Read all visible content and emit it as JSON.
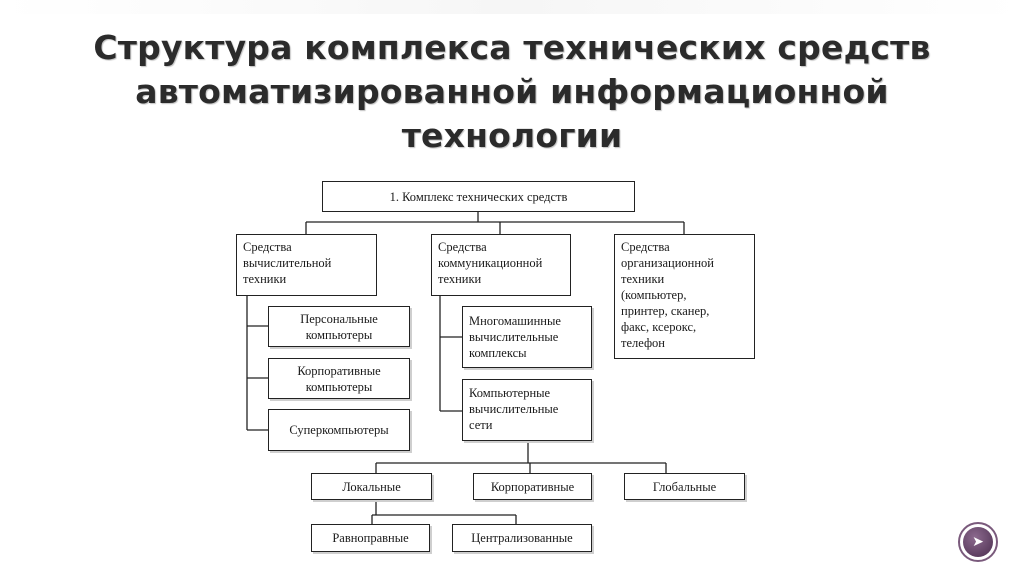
{
  "title": {
    "line1": "Структура комплекса технических средств",
    "line2": "автоматизированной информационной",
    "line3": "технологии"
  },
  "diagram": {
    "root": {
      "label": "1. Комплекс технических средств"
    },
    "computing": {
      "label_lines": [
        "Средства",
        "вычислительной",
        "техники"
      ],
      "children": [
        {
          "label_lines": [
            "Персональные",
            "компьютеры"
          ]
        },
        {
          "label_lines": [
            "Корпоративные",
            "компьютеры"
          ]
        },
        {
          "label_lines": [
            "Суперкомпьютеры"
          ]
        }
      ]
    },
    "communication": {
      "label_lines": [
        "Средства",
        "коммуникационной",
        "техники"
      ],
      "children": [
        {
          "label_lines": [
            "Многомашинные",
            "вычислительные",
            "комплексы"
          ]
        },
        {
          "label_lines": [
            "Компьютерные",
            "вычислительные",
            "сети"
          ]
        }
      ]
    },
    "organizational": {
      "label_lines": [
        "Средства",
        "организационной",
        "техники",
        "(компьютер,",
        "принтер, сканер,",
        "факс, ксерокс,",
        "телефон"
      ]
    },
    "network_types": [
      {
        "label": "Локальные"
      },
      {
        "label": "Корпоративные"
      },
      {
        "label": "Глобальные"
      }
    ],
    "local_types": [
      {
        "label": "Равноправные"
      },
      {
        "label": "Централизованные"
      }
    ]
  },
  "colors": {
    "title": "#2b2b2b",
    "line": "#222222",
    "nav_accent": "#5e3f61"
  },
  "nav": {
    "icon": "arrow-right-icon"
  }
}
